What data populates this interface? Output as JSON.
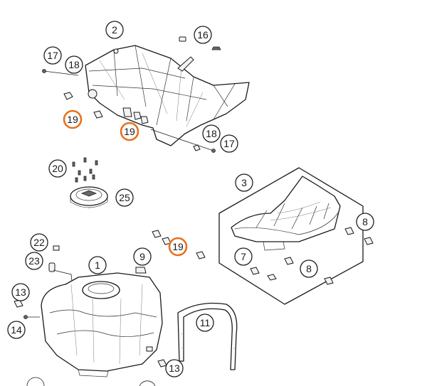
{
  "colors": {
    "highlight": "#e8701a",
    "line": "#1a1a1a",
    "background": "#ffffff"
  },
  "callouts": {
    "c2": "2",
    "c16": "16",
    "c17a": "17",
    "c18a": "18",
    "c19a": "19",
    "c19b": "19",
    "c18b": "18",
    "c17b": "17",
    "c20": "20",
    "c25": "25",
    "c3": "3",
    "c8a": "8",
    "c22": "22",
    "c19c": "19",
    "c23": "23",
    "c1": "1",
    "c9": "9",
    "c7": "7",
    "c8b": "8",
    "c13a": "13",
    "c14": "14",
    "c11": "11",
    "c13b": "13"
  },
  "highlighted_callouts": [
    "19"
  ]
}
